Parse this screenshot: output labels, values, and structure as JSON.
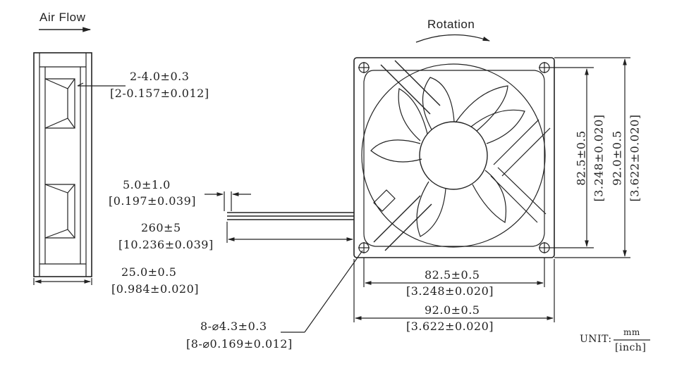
{
  "labels": {
    "air_flow": "Air Flow",
    "rotation": "Rotation"
  },
  "dimensions": {
    "mount_hole_side": {
      "mm": "2-4.0±0.3",
      "inch": "[2-0.157±0.012]"
    },
    "lead_offset": {
      "mm": "5.0±1.0",
      "inch": "[0.197±0.039]"
    },
    "lead_length": {
      "mm": "260±5",
      "inch": "[10.236±0.039]"
    },
    "thickness": {
      "mm": "25.0±0.5",
      "inch": "[0.984±0.020]"
    },
    "hole_diameter": {
      "mm": "8-⌀4.3±0.3",
      "inch": "[8-⌀0.169±0.012]"
    },
    "hole_spacing_h": {
      "mm": "82.5±0.5",
      "inch": "[3.248±0.020]"
    },
    "frame_width": {
      "mm": "92.0±0.5",
      "inch": "[3.622±0.020]"
    },
    "hole_spacing_v": {
      "mm": "82.5±0.5",
      "inch": "[3.248±0.020]"
    },
    "frame_height": {
      "mm": "92.0±0.5",
      "inch": "[3.622±0.020]"
    }
  },
  "unit": {
    "label": "UNIT:",
    "numerator": "mm",
    "denominator": "[inch]"
  }
}
